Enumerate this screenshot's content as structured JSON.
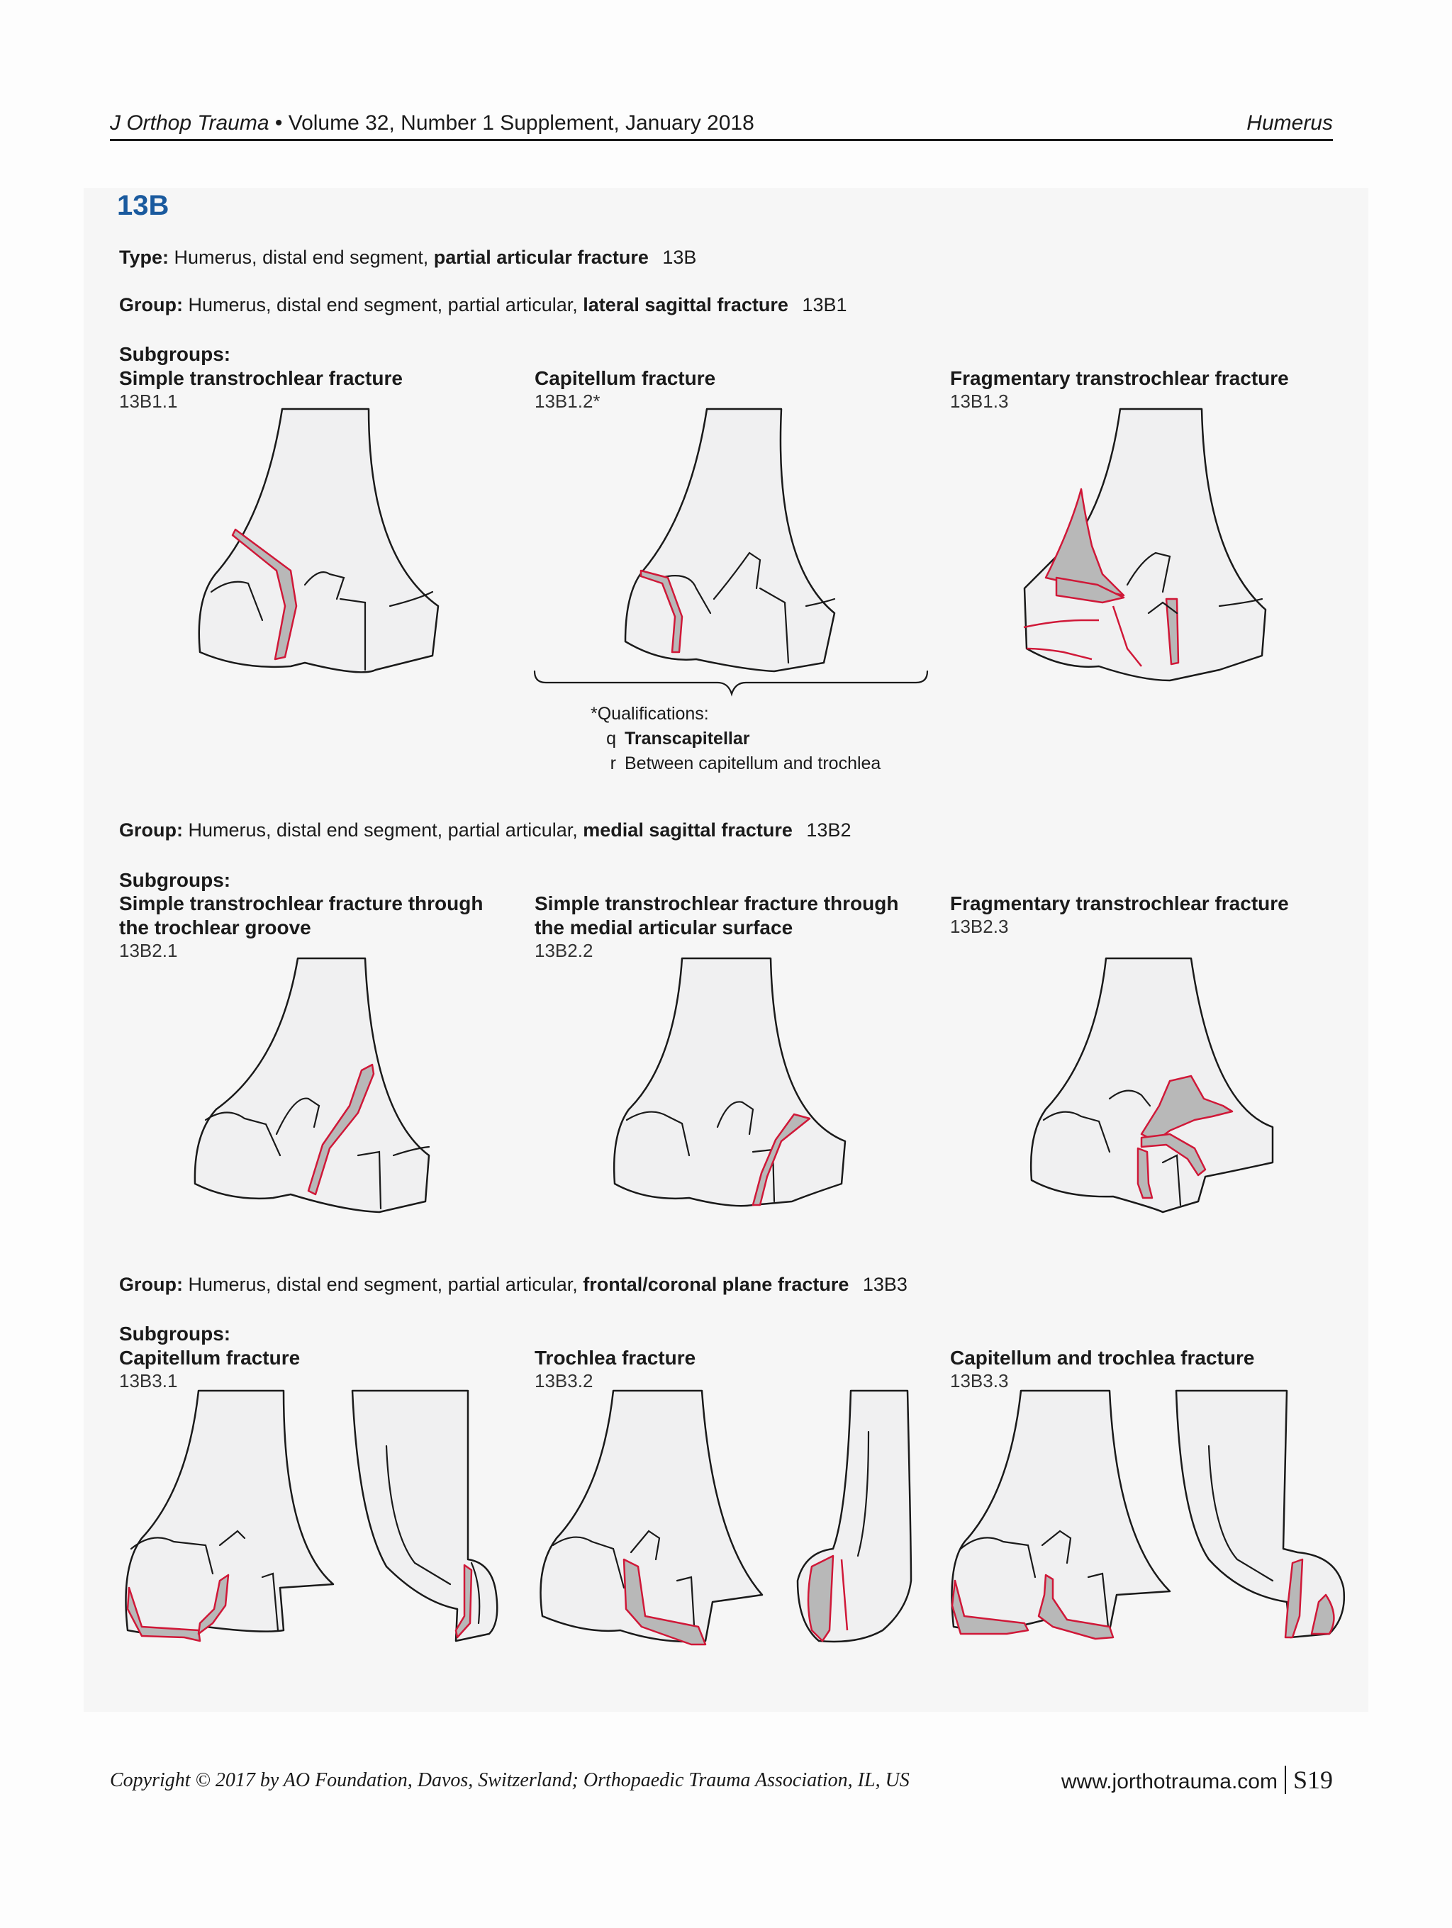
{
  "header": {
    "journal": "J Orthop Trauma",
    "volume_info": "Volume 32, Number 1 Supplement, January 2018",
    "section": "Humerus"
  },
  "section_number": "13B",
  "type_line": {
    "label": "Type:",
    "text": "Humerus, distal end segment,",
    "bold": "partial articular fracture",
    "code": "13B"
  },
  "groups": [
    {
      "label": "Group:",
      "text": "Humerus, distal end segment, partial articular,",
      "bold": "lateral sagittal fracture",
      "code": "13B1",
      "subgroups_label": "Subgroups:",
      "subgroups": [
        {
          "title": "Simple transtrochlear fracture",
          "code": "13B1.1"
        },
        {
          "title": "Capitellum fracture",
          "code": "13B1.2*"
        },
        {
          "title": "Fragmentary transtrochlear fracture",
          "code": "13B1.3"
        }
      ]
    },
    {
      "label": "Group:",
      "text": "Humerus, distal end segment, partial articular,",
      "bold": "medial sagittal fracture",
      "code": "13B2",
      "subgroups_label": "Subgroups:",
      "subgroups": [
        {
          "title": "Simple transtrochlear fracture through",
          "title2": "the trochlear groove",
          "code": "13B2.1"
        },
        {
          "title": "Simple transtrochlear fracture through",
          "title2": "the medial articular surface",
          "code": "13B2.2"
        },
        {
          "title": "Fragmentary transtrochlear fracture",
          "code": "13B2.3"
        }
      ]
    },
    {
      "label": "Group:",
      "text": "Humerus, distal end segment, partial articular,",
      "bold": "frontal/coronal plane fracture",
      "code": "13B3",
      "subgroups_label": "Subgroups:",
      "subgroups": [
        {
          "title": "Capitellum fracture",
          "code": "13B3.1"
        },
        {
          "title": "Trochlea fracture",
          "code": "13B3.2"
        },
        {
          "title": "Capitellum and trochlea fracture",
          "code": "13B3.3"
        }
      ]
    }
  ],
  "qualifications": {
    "title": "*Qualifications:",
    "items": [
      {
        "letter": "q",
        "text": "Transcapitellar",
        "bold": true
      },
      {
        "letter": "r",
        "text": "Between capitellum and trochlea",
        "bold": false
      }
    ]
  },
  "footer": {
    "copyright": "Copyright © 2017 by AO Foundation, Davos, Switzerland; Orthopaedic Trauma Association, IL, US",
    "url": "www.jorthotrauma.com",
    "page": "S19"
  },
  "colors": {
    "accent_heading": "#1a5a9e",
    "fracture_line": "#d01838",
    "fracture_fill": "#b8b8b8"
  }
}
